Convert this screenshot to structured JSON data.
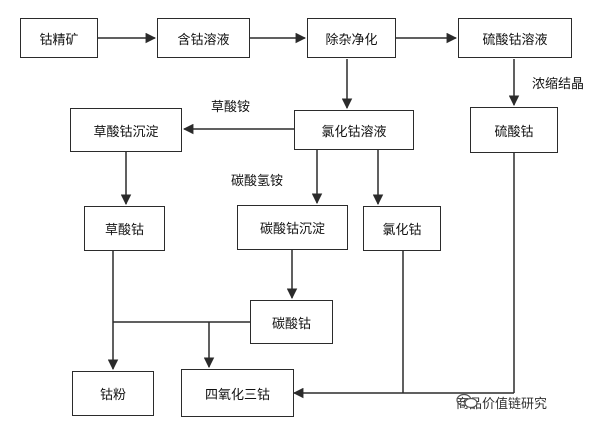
{
  "nodes": {
    "gu_jing_kuang": "钴精矿",
    "han_gu_rong_ye": "含钴溶液",
    "chu_za_jing_hua": "除杂净化",
    "liu_suan_gu_rong_ye": "硫酸钴溶液",
    "liu_suan_gu": "硫酸钴",
    "lv_hua_gu_rong_ye": "氯化钴溶液",
    "cao_suan_gu_chen_dian": "草酸钴沉淀",
    "cao_suan_gu": "草酸钴",
    "tan_suan_gu_chen_dian": "碳酸钴沉淀",
    "lv_hua_gu": "氯化钴",
    "tan_suan_gu": "碳酸钴",
    "gu_fen": "钴粉",
    "si_yang_hua_san_gu": "四氧化三钴"
  },
  "edge_labels": {
    "nong_suo_jie_jing": "浓缩结晶",
    "cao_suan_an": "草酸铵",
    "tan_suan_qing_an": "碳酸氢铵"
  },
  "watermark": {
    "icon": "wechat-icon",
    "text": "商品价值链研究"
  },
  "colors": {
    "line": "#2b2b2b",
    "text": "#111111"
  }
}
